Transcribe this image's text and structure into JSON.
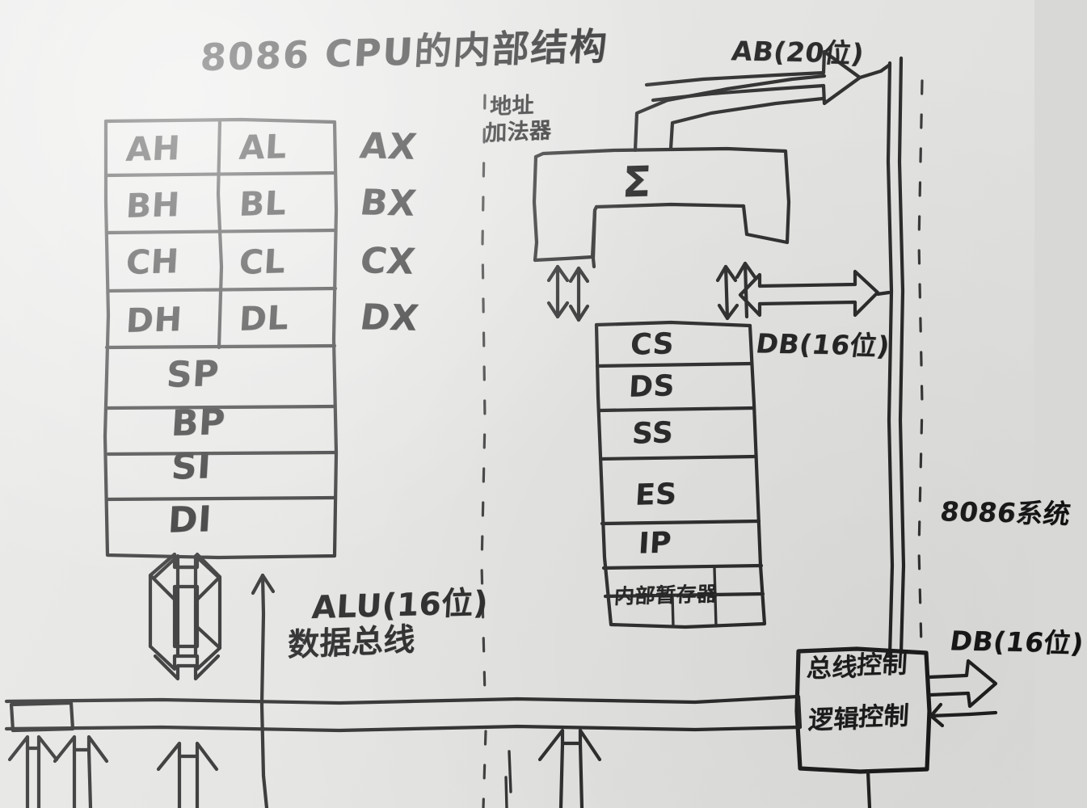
{
  "diagram": {
    "title": "8086 CPU的内部结构",
    "medium": "hand-drawn pen sketch on paper",
    "ink_color": "#1b1b1b",
    "paper_color": "#e5e5e3"
  },
  "general_registers": {
    "label": "general register file",
    "rows_split": [
      {
        "high": "AH",
        "low": "AL",
        "pair": "AX"
      },
      {
        "high": "BH",
        "low": "BL",
        "pair": "BX"
      },
      {
        "high": "CH",
        "low": "CL",
        "pair": "CX"
      },
      {
        "high": "DH",
        "low": "DL",
        "pair": "DX"
      }
    ],
    "rows_full": [
      "SP",
      "BP",
      "SI",
      "DI"
    ]
  },
  "segment_registers": {
    "rows": [
      "CS",
      "DS",
      "SS",
      "ES",
      "IP"
    ],
    "bottom_row": "内部暂存器"
  },
  "adder": {
    "symbol": "Σ",
    "label_line1": "地址",
    "label_line2": "加法器"
  },
  "alu": {
    "line1": "ALU(16位)",
    "line2": "数据总线"
  },
  "bus_control": {
    "line1": "总线",
    "line2": "控制",
    "line3": "逻辑"
  },
  "buses": {
    "address_bus": "AB(20位)",
    "data_bus_internal": "DB(16位)",
    "data_bus_external": "DB(16位)",
    "system_note": "8086系统"
  }
}
